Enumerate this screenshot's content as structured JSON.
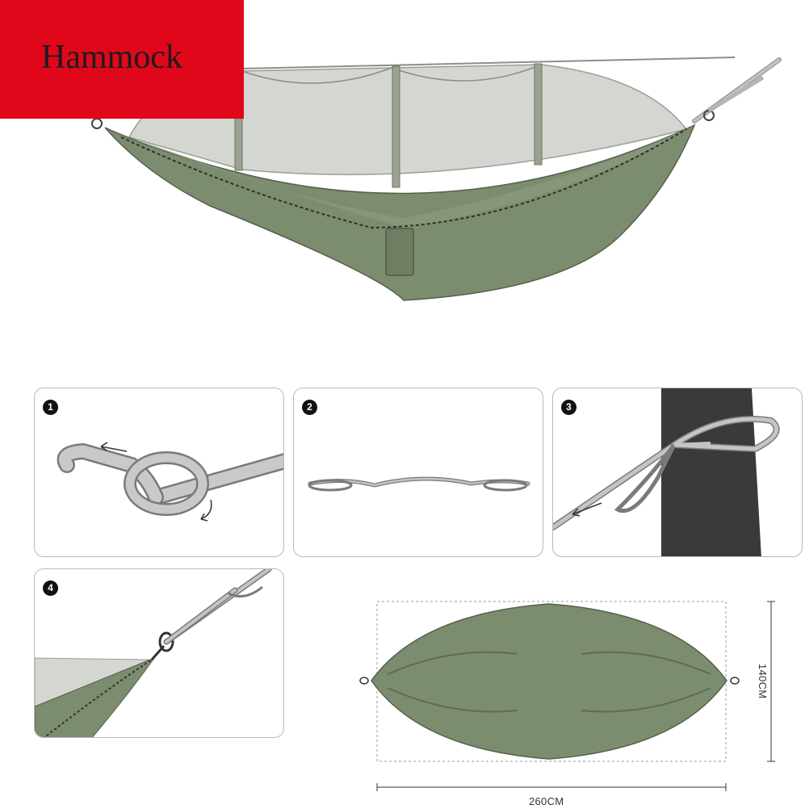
{
  "title": "Hammock",
  "steps": [
    {
      "number": "1"
    },
    {
      "number": "2"
    },
    {
      "number": "3"
    },
    {
      "number": "4"
    }
  ],
  "dimensions": {
    "width_label": "260CM",
    "height_label": "140CM"
  },
  "colors": {
    "title_bg": "#e1071b",
    "hammock_fabric": "#7c8c6e",
    "net_mesh": "#cfd3cc",
    "strap": "#9a9a9a",
    "tree": "#3a3a3a"
  }
}
